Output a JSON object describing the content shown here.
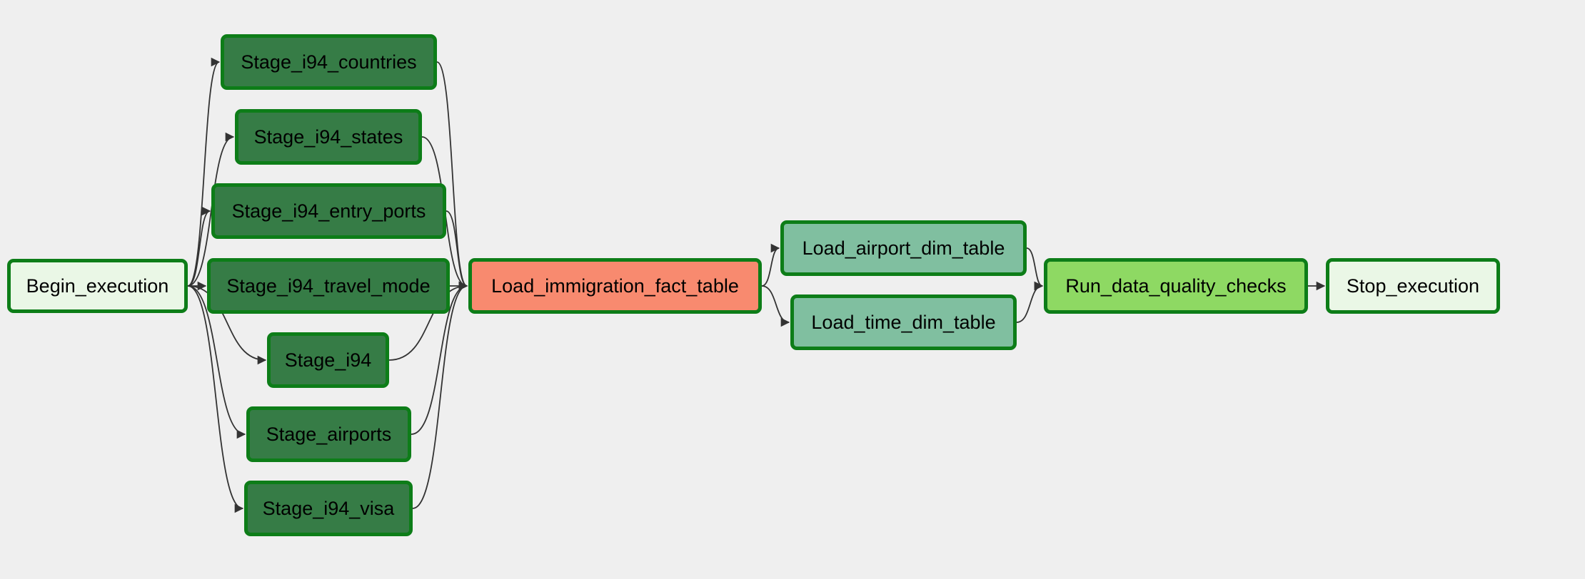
{
  "colors": {
    "background": "#efefef",
    "border": "#0d7d18",
    "edge": "#333333",
    "start_end": "#eaf7e6",
    "staging": "#367c46",
    "fact": "#f88a6f",
    "dimension": "#80bfa0",
    "quality": "#8ed963"
  },
  "nodes": {
    "begin": "Begin_execution",
    "countries": "Stage_i94_countries",
    "states": "Stage_i94_states",
    "entry_ports": "Stage_i94_entry_ports",
    "travel_mode": "Stage_i94_travel_mode",
    "i94": "Stage_i94",
    "airports": "Stage_airports",
    "visa": "Stage_i94_visa",
    "fact": "Load_immigration_fact_table",
    "airport_dim": "Load_airport_dim_table",
    "time_dim": "Load_time_dim_table",
    "quality": "Run_data_quality_checks",
    "stop": "Stop_execution"
  },
  "edges": [
    [
      "begin",
      "countries"
    ],
    [
      "begin",
      "states"
    ],
    [
      "begin",
      "entry_ports"
    ],
    [
      "begin",
      "travel_mode"
    ],
    [
      "begin",
      "i94"
    ],
    [
      "begin",
      "airports"
    ],
    [
      "begin",
      "visa"
    ],
    [
      "countries",
      "fact"
    ],
    [
      "states",
      "fact"
    ],
    [
      "entry_ports",
      "fact"
    ],
    [
      "travel_mode",
      "fact"
    ],
    [
      "i94",
      "fact"
    ],
    [
      "airports",
      "fact"
    ],
    [
      "visa",
      "fact"
    ],
    [
      "fact",
      "airport_dim"
    ],
    [
      "fact",
      "time_dim"
    ],
    [
      "airport_dim",
      "quality"
    ],
    [
      "time_dim",
      "quality"
    ],
    [
      "quality",
      "stop"
    ]
  ]
}
